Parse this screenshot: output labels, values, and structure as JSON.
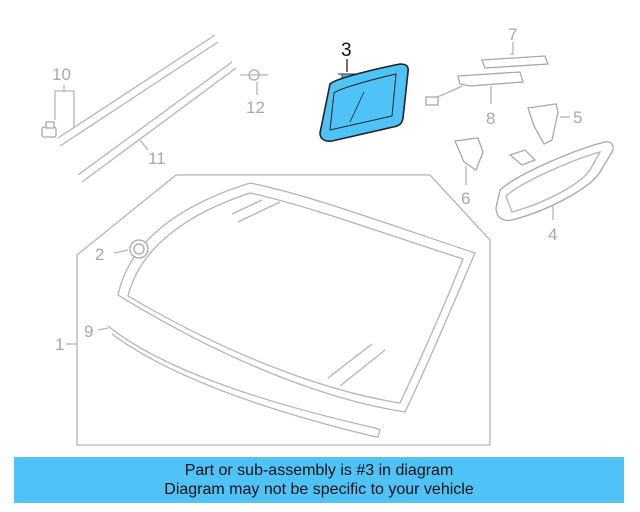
{
  "diagram": {
    "callouts": [
      "1",
      "2",
      "3",
      "4",
      "5",
      "6",
      "7",
      "8",
      "9",
      "10",
      "11",
      "12"
    ],
    "highlighted_callout": "3",
    "colors": {
      "highlight": "#4fc3f7",
      "line": "#b4b4b4",
      "label": "#a8a8a8"
    }
  },
  "banner": {
    "line1": "Part or sub-assembly is #3 in diagram",
    "line2": "Diagram may not be specific to your vehicle"
  }
}
